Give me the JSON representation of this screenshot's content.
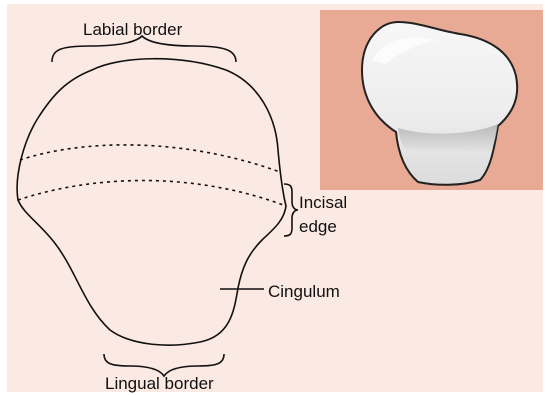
{
  "figure": {
    "labels": {
      "labial_border": "Labial border",
      "incisal_edge_line1": "Incisal",
      "incisal_edge_line2": "edge",
      "cingulum": "Cingulum",
      "lingual_border": "Lingual border"
    },
    "colors": {
      "panel_background": "#fbe9e3",
      "photo_background": "#e8aa94",
      "tooth_light": "#f4f4f4",
      "tooth_shadow": "#c9c9c9",
      "outline": "#111111"
    },
    "inset_photo": {
      "subject": "tooth crown photograph (incisal view)"
    }
  }
}
